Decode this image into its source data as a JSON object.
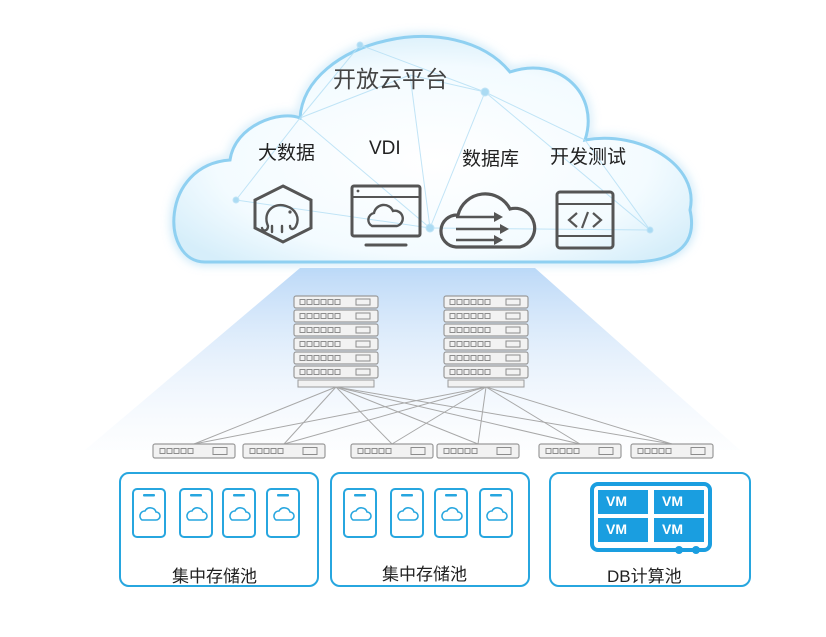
{
  "cloud": {
    "title": "开放云平台",
    "services": [
      {
        "label": "大数据",
        "icon": "elephant-hexagon-icon"
      },
      {
        "label": "VDI",
        "icon": "monitor-cloud-icon"
      },
      {
        "label": "数据库",
        "icon": "cloud-arrows-icon"
      },
      {
        "label": "开发测试",
        "icon": "code-window-icon"
      }
    ]
  },
  "pools": [
    {
      "label": "集中存储池",
      "icon": "storage-drive-icon"
    },
    {
      "label": "集中存储池",
      "icon": "storage-drive-icon"
    },
    {
      "label": "DB计算池",
      "vm_labels": [
        "VM",
        "VM",
        "VM",
        "VM"
      ]
    }
  ],
  "colors": {
    "accent": "#27a6df",
    "vm_tile": "#1a9ee0",
    "icon_gray": "#555555",
    "cloud_glow": "#a9daf3"
  }
}
